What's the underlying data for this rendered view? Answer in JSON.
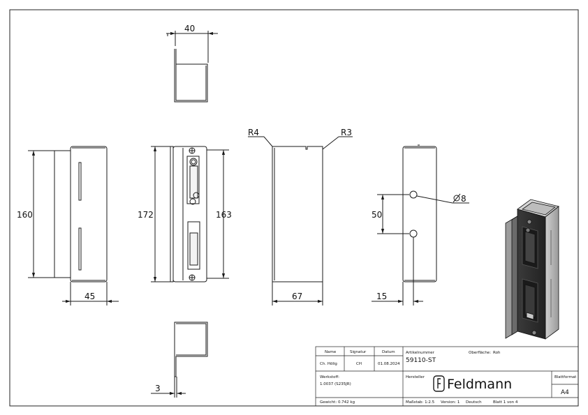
{
  "dimensions": {
    "top_width": "40",
    "front_height": "160",
    "front_width": "45",
    "mid_height_outer": "172",
    "mid_height_inner": "163",
    "radius_left": "R4",
    "radius_right": "R3",
    "side_width": "67",
    "hole_spacing": "50",
    "hole_diameter": "8",
    "hole_offset": "15",
    "plate_thickness": "3"
  },
  "title_block": {
    "h_name": "Name",
    "h_signature": "Signatur",
    "h_date": "Datum",
    "name": "Ch. Hölig",
    "signature": "CH",
    "date": "01.08.2024",
    "article_label": "Artikelnummer",
    "article_number": "59110-ST",
    "surface_label": "Oberfläche:",
    "surface_value": "Roh",
    "material_label": "Werkstoff:",
    "material_value": "1.0037 (S235JR)",
    "manufacturer_label": "Hersteller",
    "brand_name": "Feldmann",
    "sheet_format_label": "Blattformat",
    "sheet_format_value": "A4",
    "weight": "Gewicht: 0.742 kg",
    "scale": "Maßstab: 1:2.5",
    "version": "Version: 1",
    "language": "Deutsch",
    "sheet": "Blatt 1 von 4"
  },
  "colors": {
    "line": "#1a1a1a",
    "fill_dark": "#2b2b2b",
    "fill_light": "#d8d8d8",
    "fill_mid": "#7a7a7a"
  }
}
